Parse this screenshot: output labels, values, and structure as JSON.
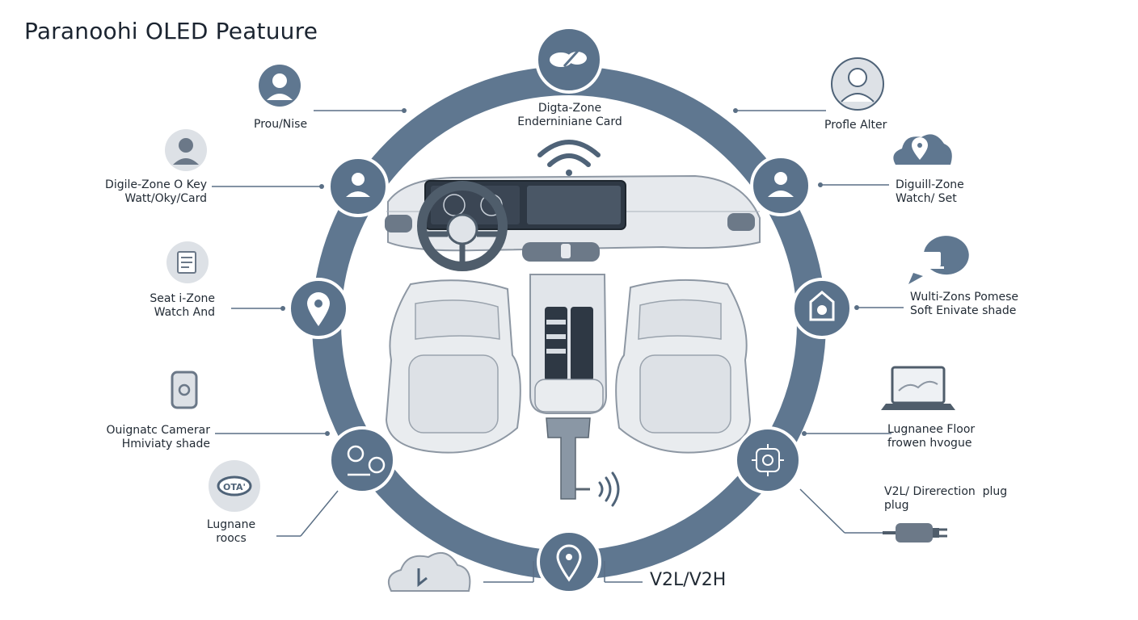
{
  "title": "Paranoohi OLED Peatuure",
  "colors": {
    "ring": "#5f7790",
    "ring_dark": "#4d647d",
    "node_fill": "#5a728b",
    "node_border": "#ffffff",
    "icon_bg": "#dde1e6",
    "line": "#5a6f85",
    "cabin": "#e4e7eb",
    "cabin_stroke": "#8d97a3"
  },
  "labels": {
    "top_center": "Digta-Zone\nEnderniniane Card",
    "left_1": "Prou/Nise",
    "left_2": "Digile-Zone O Key\nWatt/Oky/Card",
    "left_3": "Seat i-Zone\nWatch And",
    "left_4": "Ouignatc Camerar\nHmiviaty shade",
    "left_5": "Lugnane\nroocs",
    "right_1": "Profle Alter",
    "right_2": "Diguill-Zone\nWatch/ Set",
    "right_3": "Wulti-Zons Pomese\nSoft Enivate shade",
    "right_4": "Lugnanee Floor\nfrowen hvogue",
    "right_5": "V2L/ Direrection  plug\nplug",
    "bottom": "V2L/V2H"
  },
  "icons": {
    "ring_nodes": [
      "chat-bubbles-icon",
      "user-icon",
      "location-pin-icon",
      "media-connect-icon",
      "location-pin-icon",
      "circuit-icon",
      "camera-icon",
      "user-icon"
    ],
    "side_icons": [
      "user-icon",
      "user-icon",
      "document-icon",
      "phone-icon",
      "ota-badge-icon",
      "cloud-sync-icon",
      "user-icon",
      "cloud-pin-icon",
      "monitor-chat-icon",
      "laptop-icon",
      "plug-icon",
      "wifi-icon",
      "sound-waves-icon"
    ],
    "ota_text": "OTA'"
  }
}
